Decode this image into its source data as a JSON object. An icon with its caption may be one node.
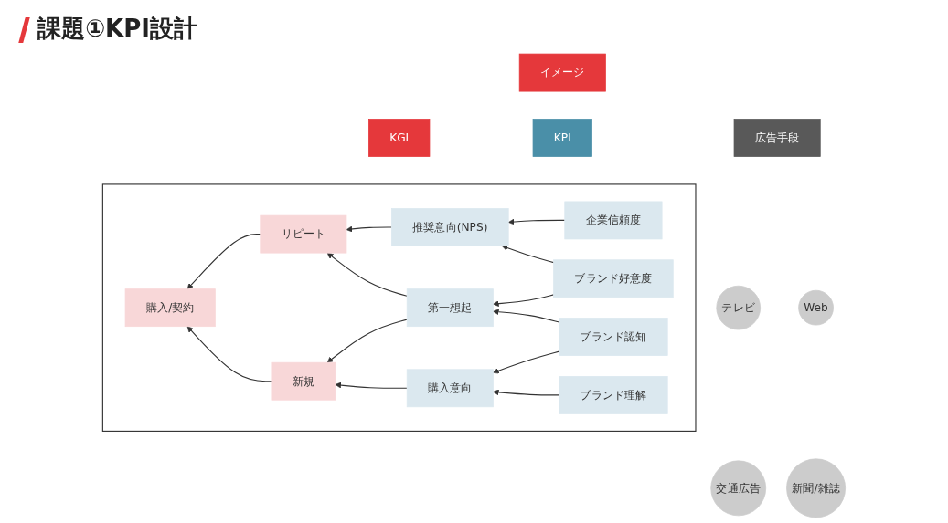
{
  "diagram": {
    "title": "課題①KPI設計",
    "nodes": [
      {
        "text": [
          "イメージ"
        ]
      },
      {
        "text": [
          "KGI"
        ]
      },
      {
        "text": [
          "KPI"
        ]
      },
      {
        "text": [
          "広告手段"
        ]
      },
      {
        "text": [],
        "shape": "box"
      },
      {
        "text": [
          "企業信頼度"
        ],
        "in": 4
      },
      {
        "text": [
          "推奨意向(NPS)"
        ],
        "in": 4
      },
      {
        "text": [
          "リピート"
        ],
        "in": 4
      },
      {
        "text": [
          "ブランド好意度"
        ],
        "in": 4
      },
      {
        "text": [
          "購入/契約"
        ],
        "in": 4
      },
      {
        "text": [
          "第一想起"
        ],
        "in": 4
      },
      {
        "text": [
          "新規"
        ],
        "in": 4
      },
      {
        "text": [
          "ブランド認知"
        ],
        "in": 4
      },
      {
        "text": [
          "購入意向"
        ],
        "in": 4
      },
      {
        "text": [
          "ブランド理解"
        ],
        "in": 4
      },
      {
        "text": [
          "テレビ"
        ]
      },
      {
        "text": [
          "Web"
        ]
      },
      {
        "text": [
          "交通広告"
        ]
      },
      {
        "text": [
          "新聞/雑誌"
        ]
      }
    ],
    "edges": [
      {
        "from": 5,
        "to": 6,
        "arrow": "to"
      },
      {
        "from": 8,
        "to": 6,
        "arrow": "to"
      },
      {
        "from": 8,
        "to": 10,
        "arrow": "to"
      },
      {
        "from": 12,
        "to": 10,
        "arrow": "to"
      },
      {
        "from": 12,
        "to": 13,
        "arrow": "to"
      },
      {
        "from": 14,
        "to": 13,
        "arrow": "to"
      },
      {
        "from": 6,
        "to": 7,
        "arrow": "to"
      },
      {
        "from": 10,
        "to": 7,
        "arrow": "to"
      },
      {
        "from": 10,
        "to": 11,
        "arrow": "to"
      },
      {
        "from": 13,
        "to": 11,
        "arrow": "to"
      },
      {
        "from": 7,
        "to": 9,
        "arrow": "to"
      },
      {
        "from": 11,
        "to": 9,
        "arrow": "to"
      }
    ]
  }
}
